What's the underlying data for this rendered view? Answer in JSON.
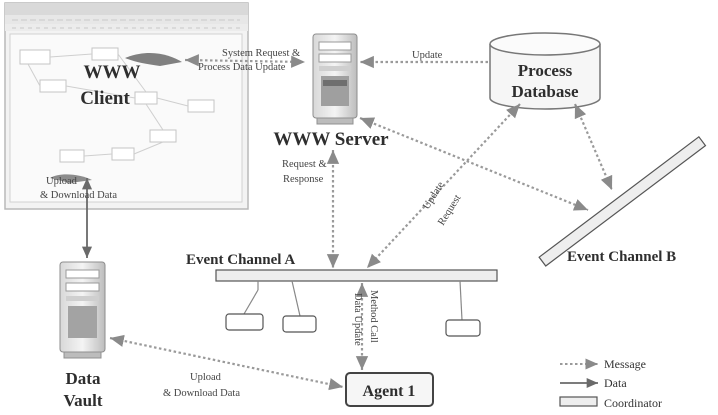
{
  "nodes": {
    "www_client": {
      "lines": [
        "WWW",
        "Client"
      ]
    },
    "www_server": {
      "label": "WWW  Server"
    },
    "process_database": {
      "lines": [
        "Process",
        "Database"
      ]
    },
    "event_channel_a": {
      "label": "Event Channel A"
    },
    "event_channel_b": {
      "label": "Event Channel B"
    },
    "data_vault": {
      "lines": [
        "Data",
        "Vault"
      ]
    },
    "agent_1": {
      "label": "Agent 1"
    }
  },
  "edges": {
    "client_server": {
      "lines": [
        "System Request &",
        "Process Data Update"
      ]
    },
    "database_server": {
      "label": "Update"
    },
    "server_channel_a": {
      "lines": [
        "Request &",
        "Response"
      ]
    },
    "client_vault": {
      "lines": [
        "Upload",
        "& Download Data"
      ]
    },
    "database_channel_a": {
      "lines": [
        "Update",
        "Request"
      ]
    },
    "channel_a_agent": {
      "lines": [
        "Method Call",
        "Data Update"
      ]
    },
    "vault_agent": {
      "lines": [
        "Upload",
        "& Download Data"
      ]
    }
  },
  "legend": {
    "message": "Message",
    "data": "Data",
    "coordinator": "Coordinator"
  },
  "colors": {
    "message_line": "#9a9a9a",
    "data_line": "#7a7a7a",
    "coordinator_fill": "#eeeeee",
    "coordinator_stroke": "#555555"
  }
}
